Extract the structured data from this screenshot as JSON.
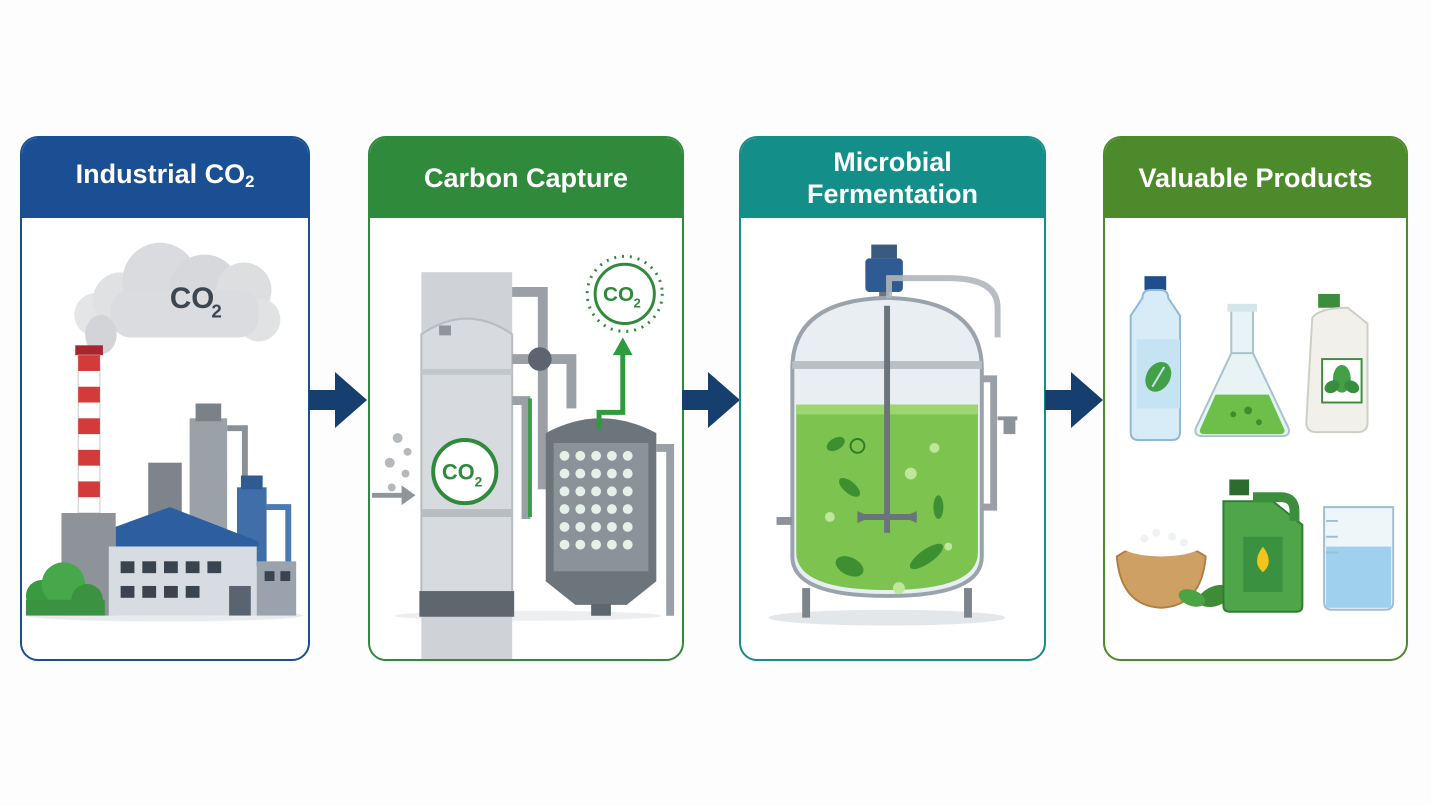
{
  "panels": [
    {
      "title": "Industrial CO",
      "title_sub": "2",
      "color": "#1b4f93"
    },
    {
      "title": "Carbon Capture",
      "color": "#2f8a3c"
    },
    {
      "title_line1": "Microbial",
      "title_line2": "Fermentation",
      "color": "#138e88"
    },
    {
      "title": "Valuable Products",
      "color": "#4d8a2b"
    }
  ],
  "labels": {
    "cloud_co2": "CO",
    "cloud_co2_sub": "2",
    "tower_co2": "CO",
    "tower_co2_sub": "2",
    "released_co2": "CO",
    "released_co2_sub": "2"
  },
  "arrow_color": "#163f70",
  "icons": [
    "factory-icon",
    "smoke-cloud-icon",
    "absorption-column-icon",
    "heat-exchanger-icon",
    "bioreactor-icon",
    "water-bottle-icon",
    "flask-icon",
    "jug-icon",
    "salt-bowl-icon",
    "fuel-can-icon",
    "beaker-icon"
  ]
}
